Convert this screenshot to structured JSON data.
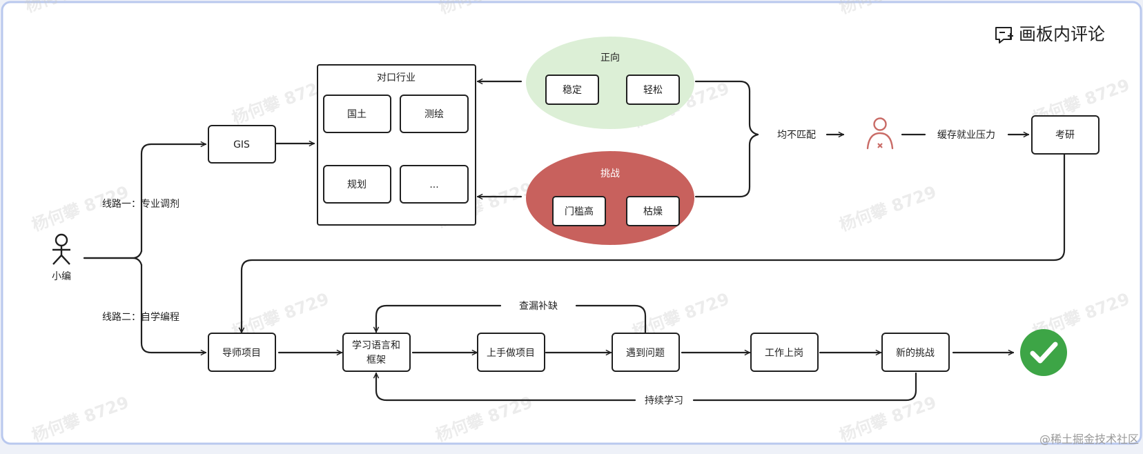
{
  "comment_button": {
    "label": "画板内评论"
  },
  "footer": {
    "credit": "@稀土掘金技术社区"
  },
  "watermark": {
    "text": "杨何攀 8729"
  },
  "colors": {
    "canvas_border": "#b9c8ee",
    "positive_ellipse": "#dcefd6",
    "challenge_ellipse": "#c8615d",
    "sad_person": "#c96b66",
    "check_circle": "#3da546"
  },
  "person": {
    "label": "小编"
  },
  "routes": {
    "route1": "线路一：专业调剂",
    "route2": "线路二：自学编程"
  },
  "nodes": {
    "gis": "GIS",
    "industry_group_title": "对口行业",
    "industry_items": [
      "国土",
      "测绘",
      "规划",
      "..."
    ],
    "positive_title": "正向",
    "positive_items": [
      "稳定",
      "轻松"
    ],
    "challenge_title": "挑战",
    "challenge_items": [
      "门槛高",
      "枯燥"
    ],
    "mismatch": "均不匹配",
    "buffer": "缓存就业压力",
    "exam": "考研",
    "mentor": "导师项目",
    "learn_line1": "学习语言和",
    "learn_line2": "框架",
    "hands_on": "上手做项目",
    "problems": "遇到问题",
    "loop_top": "查漏补缺",
    "loop_bottom": "持续学习",
    "job": "工作上岗",
    "new_challenge": "新的挑战"
  },
  "icons": {
    "comment": "comment-plus-icon",
    "stick_figure": "stick-figure-icon",
    "sad_person": "person-x-icon",
    "done": "check-circle-icon"
  }
}
